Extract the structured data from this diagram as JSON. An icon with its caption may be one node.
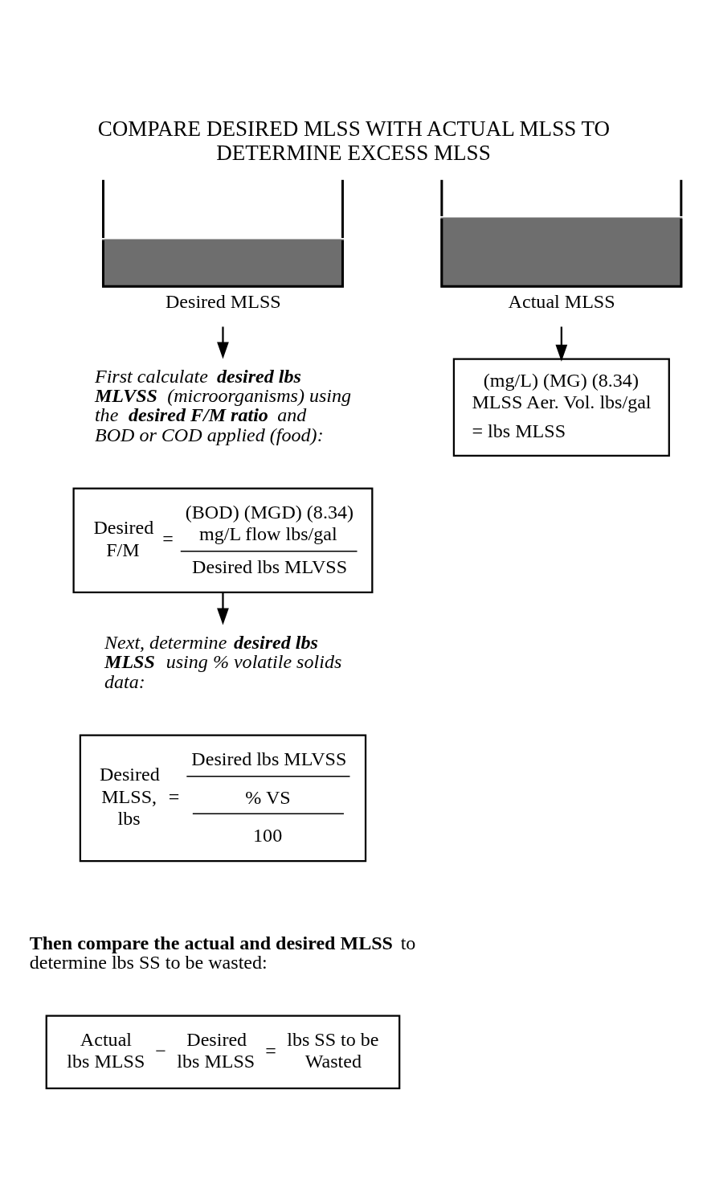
{
  "diagram": {
    "title": "COMPARE DESIRED MLSS WITH ACTUAL MLSS TO DETERMINE EXCESS MLSS",
    "nodes": [
      {
        "text": [
          "Desired MLSS"
        ]
      },
      {
        "text": [
          "Actual MLSS"
        ]
      },
      {
        "text": [
          "First calculate **desired lbs MLVSS** (microorganisms) using the **desired F/M ratio** and BOD or COD applied (food):"
        ]
      },
      {
        "text": [
          "Desired F/M",
          "=",
          "(BOD) (MGD) (8.34) mg/L flow lbs/gal",
          "Desired lbs MLVSS"
        ]
      },
      {
        "text": [
          "Next, determine **desired lbs MLSS** using % volatile solids data:"
        ]
      },
      {
        "text": [
          "Desired MLSS, lbs",
          "=",
          "Desired lbs MLVSS",
          "% VS",
          "100"
        ]
      },
      {
        "text": [
          "(mg/L) (MG) (8.34) MLSS Aer. Vol. lbs/gal",
          "= lbs MLSS"
        ]
      },
      {
        "text": [
          "Actual lbs MLSS",
          "−",
          "Desired lbs MLSS",
          "=",
          "lbs SS to be Wasted"
        ]
      }
    ],
    "edges": [
      {
        "from": 0,
        "to": 2,
        "arrow": "to"
      },
      {
        "from": 1,
        "to": 6,
        "arrow": "to"
      },
      {
        "from": 3,
        "to": 4,
        "arrow": "to"
      }
    ],
    "labels": [
      "**Then compare the actual and desired MLSS** to determine lbs SS to be wasted:"
    ]
  }
}
